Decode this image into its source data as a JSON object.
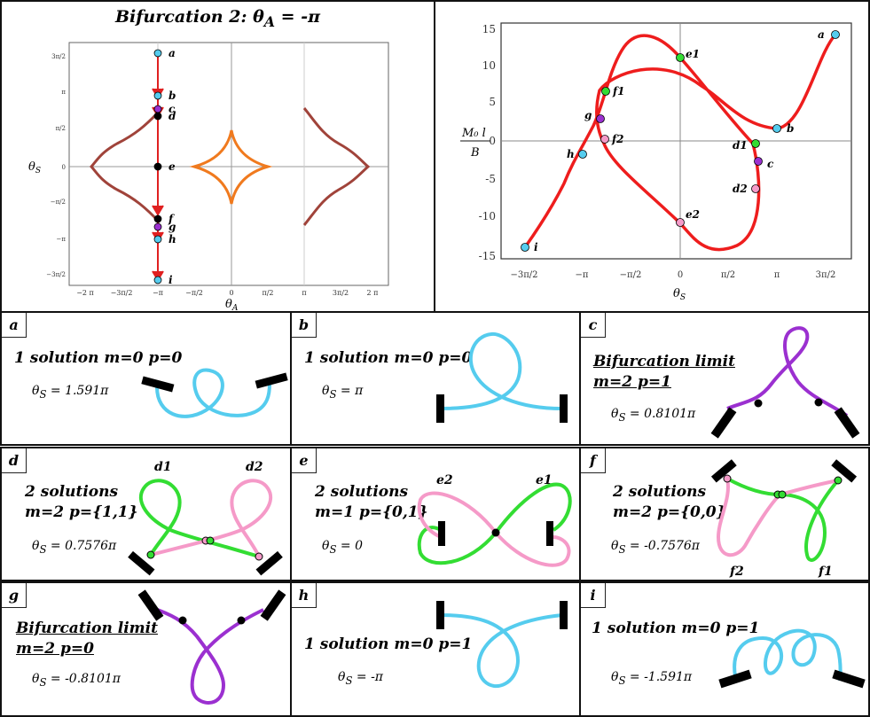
{
  "top_left": {
    "title_prefix": "Bifurcation 2: θ",
    "title_sub": "A",
    "title_suffix": " = -π",
    "xlabel": "θ",
    "xlabel_sub": "A",
    "ylabel": "θ",
    "ylabel_sub": "S",
    "x_ticks": [
      "−2 π",
      "−3π/2",
      "−π",
      "−π/2",
      "0",
      "π/2",
      "π",
      "3π/2",
      "2 π"
    ],
    "y_ticks": [
      "3π/2",
      "π",
      "π/2",
      "0",
      "−π/2",
      "−π",
      "−3π/2"
    ],
    "point_labels": [
      "a",
      "b",
      "c",
      "d",
      "e",
      "f",
      "g",
      "h",
      "i"
    ],
    "colors": {
      "arrow": "#e02020",
      "outer_curve": "#a0433a",
      "astroid": "#f07a1e",
      "axis": "#888888"
    }
  },
  "top_right": {
    "y_ticks": [
      "15",
      "10",
      "5",
      "0",
      "-5",
      "-10",
      "-15"
    ],
    "x_ticks": [
      "−3π/2",
      "−π",
      "−π/2",
      "0",
      "π/2",
      "π",
      "3π/2"
    ],
    "ylabel_num": "M₀ l",
    "ylabel_den": "B",
    "xlabel": "θ",
    "xlabel_sub": "S",
    "point_labels": [
      "a",
      "e1",
      "f1",
      "g",
      "f2",
      "h",
      "d1",
      "b",
      "c",
      "d2",
      "e2",
      "i"
    ],
    "colors": {
      "curve": "#ee1d1d"
    }
  },
  "cells": [
    {
      "tag": "a",
      "l1": "1 solution m=0 p=0",
      "l2": "",
      "theta": "= 1.591π"
    },
    {
      "tag": "b",
      "l1": "1 solution m=0 p=0",
      "l2": "",
      "theta": "= π"
    },
    {
      "tag": "c",
      "l1": "Bifurcation limit",
      "l2": "m=2 p=1",
      "theta": "= 0.8101π"
    },
    {
      "tag": "d",
      "l1": "2 solutions",
      "l2": "m=2 p={1,1}",
      "theta": "= 0.7576π",
      "curve_labels": [
        "d1",
        "d2"
      ]
    },
    {
      "tag": "e",
      "l1": "2 solutions",
      "l2": "m=1 p={0,1}",
      "theta": "= 0",
      "curve_labels": [
        "e2",
        "e1"
      ]
    },
    {
      "tag": "f",
      "l1": "2 solutions",
      "l2": "m=2 p={0,0}",
      "theta": "= -0.7576π",
      "curve_labels": [
        "f2",
        "f1"
      ]
    },
    {
      "tag": "g",
      "l1": "Bifurcation limit",
      "l2": "m=2 p=0",
      "theta": "= -0.8101π"
    },
    {
      "tag": "h",
      "l1": "1 solution m=0 p=1",
      "l2": "",
      "theta": "= -π"
    },
    {
      "tag": "i",
      "l1": "1 solution m=0 p=1",
      "l2": "",
      "theta": "= -1.591π"
    }
  ],
  "theta_symbol": "θ",
  "theta_sub": "S",
  "colors": {
    "blue": "#55ccee",
    "purple": "#9b30d0",
    "green": "#33dd33",
    "pink": "#f59ac8",
    "clamp": "#000000"
  }
}
